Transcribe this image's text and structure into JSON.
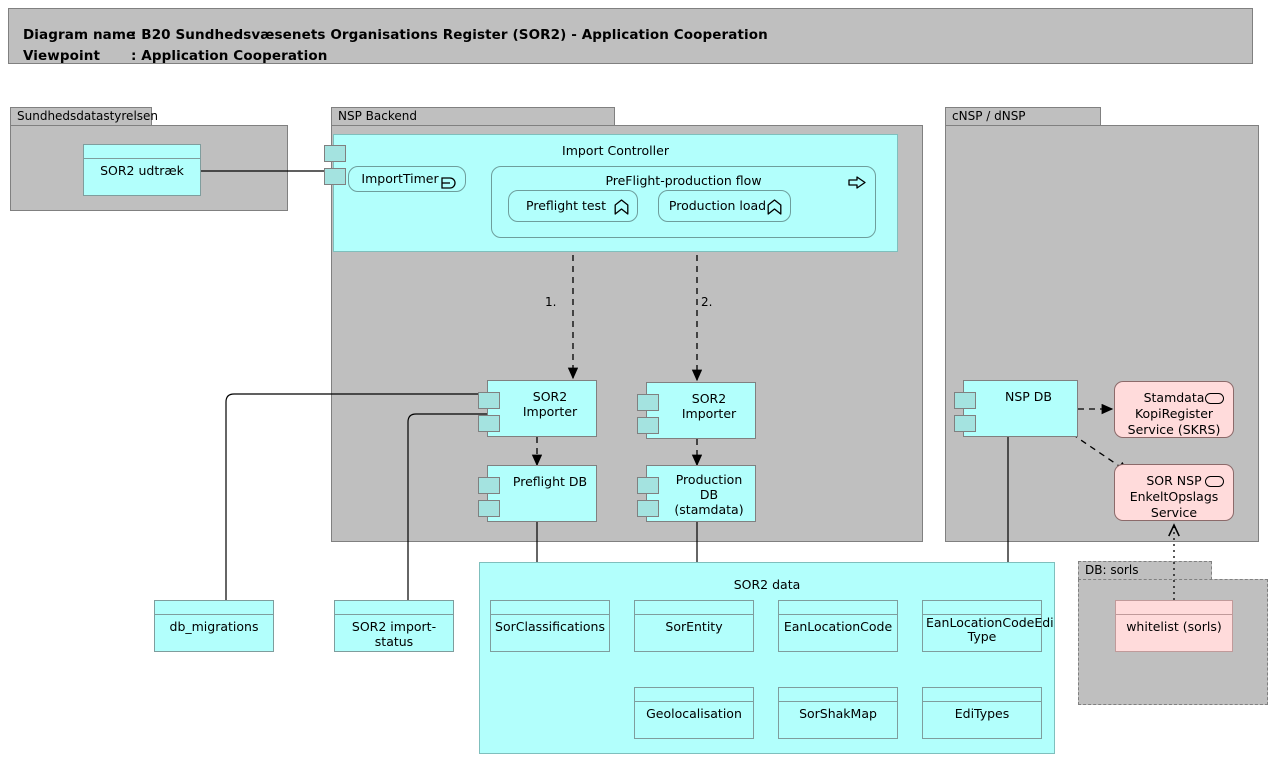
{
  "header": {
    "diagram_name_key": "Diagram name",
    "diagram_name_sep": ": B20 Sundhedsvæsenets Organisations Register (SOR2) - Application Cooperation",
    "viewpoint_key": "Viewpoint",
    "viewpoint_sep": ": Application Cooperation"
  },
  "groups": {
    "sundhedsdatastyrelsen": "Sundhedsdatastyrelsen",
    "nsp_backend": "NSP Backend",
    "cnsp_dnsp": "cNSP / dNSP",
    "db_sorls": "DB: sorls"
  },
  "import_controller": {
    "title": "Import Controller",
    "import_timer": "ImportTimer",
    "flow_title": "PreFlight-production flow",
    "preflight_test": "Preflight test",
    "production_load": "Production load",
    "icons": {
      "import_timer": "application-event-icon",
      "flow": "application-process-icon",
      "function": "application-function-icon"
    }
  },
  "components": {
    "sor2_udtraek": "SOR2 udtræk",
    "sor2_importer_1": "SOR2 Importer",
    "sor2_importer_2": "SOR2 Importer",
    "preflight_db": "Preflight DB",
    "production_db": "Production DB\n(stamdata)",
    "production_db_l1": "Production DB",
    "production_db_l2": "(stamdata)",
    "nsp_db": "NSP DB"
  },
  "services": {
    "skrs_l1": "Stamdata",
    "skrs_l2": "KopiRegister",
    "skrs_l3": "Service (SKRS)",
    "enkelt_l1": "SOR NSP",
    "enkelt_l2": "EnkeltOpslags",
    "enkelt_l3": "Service"
  },
  "tables": {
    "db_migrations": "db_migrations",
    "sor2_import_status": "SOR2 import-status",
    "whitelist": "whitelist (sorls)"
  },
  "sor2_data": {
    "title": "SOR2 data",
    "entities": [
      "SorClassifications",
      "SorEntity",
      "EanLocationCode",
      "EanLocationCodeEdiType",
      "Geolocalisation",
      "SorShakMap",
      "EdiTypes"
    ],
    "ean_edi_l1": "EanLocationCodeEdi",
    "ean_edi_l2": "Type"
  },
  "flow_labels": {
    "step1": "1.",
    "step2": "2."
  },
  "colors": {
    "group_gray": "#bfbfbf",
    "component_cyan": "#b2fffc",
    "service_pink": "#ffdbdb",
    "port_teal": "#a4e3e0",
    "line": "#000000"
  }
}
